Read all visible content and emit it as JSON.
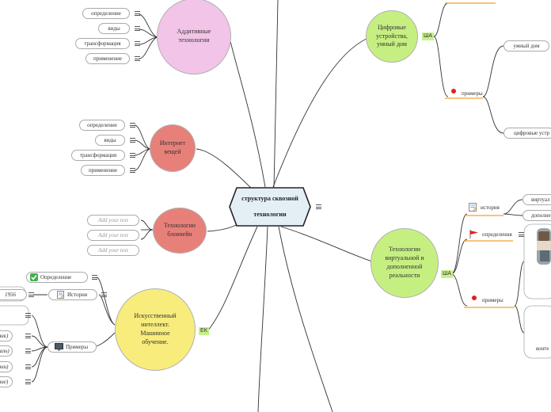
{
  "central": {
    "line1": "структура  сквозной",
    "line2": "технологии"
  },
  "additive": {
    "title": "Аддитивные технологии",
    "items": [
      "определение",
      "виды",
      "трансформация",
      "применение"
    ]
  },
  "iot": {
    "title_line1": "Интернет",
    "title_line2": "вещей",
    "items": [
      "определение",
      "виды",
      "трансформация",
      "применение"
    ]
  },
  "blockchain": {
    "title_line1": "Технологии",
    "title_line2": "блокчейн",
    "items": [
      "Add your text",
      "Add your text",
      "Add your text"
    ]
  },
  "ai": {
    "title_lines": [
      "Искусственный",
      "интеллект.",
      "Машинное",
      "обучение."
    ],
    "tag": "EK",
    "definition": "Определение",
    "history": "История",
    "year": "1956",
    "examples": "Примеры",
    "example_tails": [
      "ник)",
      "наль)",
      "нии)",
      "ние)"
    ]
  },
  "digital": {
    "title_lines": [
      "Цифровые",
      "устройства,",
      "умный дом"
    ],
    "tag": "ША",
    "examples": "примеры",
    "smart_home": "умный  дом",
    "digital_devices": "цифровые  устр"
  },
  "vr": {
    "title_lines": [
      "Технологии",
      "виртуальной  и",
      "дополненной",
      "реальности"
    ],
    "tag": "ША",
    "history": "история",
    "definition": "определения",
    "examples": "примеры",
    "history_sub": [
      "виртуал",
      "дополне"
    ],
    "example_tail": "конте"
  },
  "colors": {
    "additive": "#f2c4e8",
    "iot": "#e8807a",
    "blockchain": "#e8807a",
    "ai": "#f8ec7c",
    "digital": "#c6ef82",
    "vr": "#c6ef82",
    "central": "#e4eff5",
    "tag": "#c8f08a",
    "accent_orange": "#f0a030"
  }
}
